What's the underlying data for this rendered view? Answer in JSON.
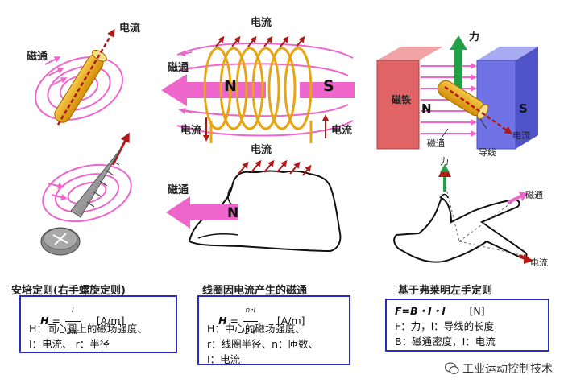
{
  "labels": {
    "current": "电流",
    "flux": "磁通",
    "N": "N",
    "S": "S",
    "force": "力",
    "magnet": "磁铁",
    "wire": "导线"
  },
  "panels": [
    {
      "title": "安培定则(右手螺旋定则)",
      "formula_lhs": "H",
      "formula_num": "I",
      "formula_den": "2πr",
      "formula_unit": "[A/m]",
      "line1": "H：同心圆上的磁场强度、",
      "line2": "I：电流、 r：半径"
    },
    {
      "title": "线圈因电流产生的磁通",
      "formula_lhs": "H",
      "formula_num": "n･I",
      "formula_den": "2･r",
      "formula_unit": "[A/m]",
      "line1": "H：中心的磁场强度、",
      "line2": "r：线圈半径、n：匝数、",
      "line3": "I：电流"
    },
    {
      "title": "基于弗莱明左手定则",
      "formula": "F=B・I・l",
      "formula_unit": "[N]",
      "line1": "F：力，l：导线的长度",
      "line2": "B：磁通密度，I：电流"
    }
  ],
  "watermark": "工业运动控制技术",
  "colors": {
    "pink": "#ee66cc",
    "arrow_red": "#b01818",
    "magnet_red": "#e06466",
    "magnet_blue": "#6f73e6",
    "coil_gold": "#e5a514",
    "force_green": "#22a045",
    "box_border": "#2b2bbd"
  }
}
